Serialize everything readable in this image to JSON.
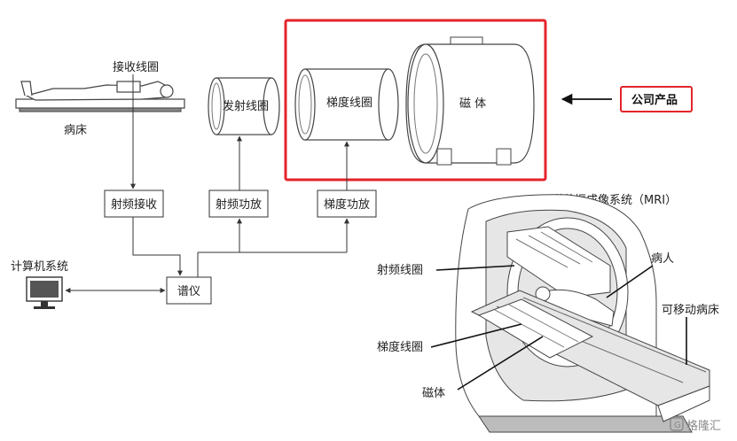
{
  "colors": {
    "highlight": "#e3242b",
    "line": "#333333",
    "text": "#222222"
  },
  "labels": {
    "patient_bed": "病床",
    "receive_coil": "接收线圈",
    "transmit_coil": "发射线圈",
    "gradient_coil": "梯度线圈",
    "magnet": "磁  体",
    "company_product": "公司产品",
    "rf_receive": "射频接收",
    "rf_amplifier": "射频功放",
    "gradient_amplifier": "梯度功放",
    "computer_system": "计算机系统",
    "spectrometer": "谱仪"
  },
  "mri_figure": {
    "title": "磁共振成像系统（MRI）",
    "callouts": {
      "rf_coil": "射频线圈",
      "patient": "病人",
      "movable_bed": "可移动病床",
      "gradient_coil": "梯度线圈",
      "magnet": "磁体"
    }
  },
  "watermark": "格隆汇"
}
